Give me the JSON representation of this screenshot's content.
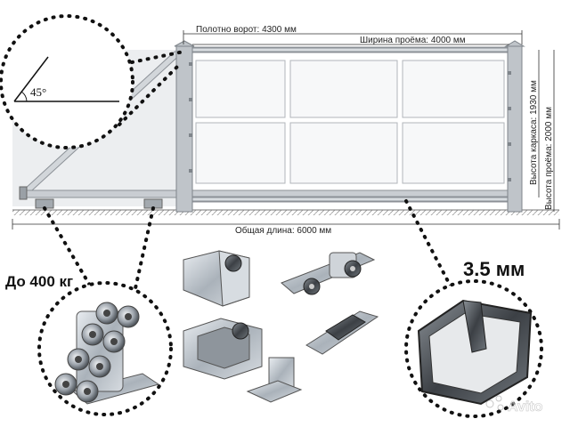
{
  "dimensions": {
    "gate_leaf": "Полотно ворот: 4300 мм",
    "opening_width": "Ширина проёма: 4000 мм",
    "total_length": "Общая длина: 6000 мм",
    "frame_height": "Высота каркаса: 1930 мм",
    "opening_height": "Высота проёма: 2000 мм"
  },
  "angle_label": "45°",
  "load_label": "До 400 кг",
  "profile_label": "3.5 мм",
  "watermark": "Avito",
  "colors": {
    "frame": "#9aa0a6",
    "frame_light": "#e3e5e8",
    "panel": "#f4f5f7",
    "metal": "#b7bec6",
    "dark_metal": "#3d4146",
    "roller": "#6b7178"
  }
}
